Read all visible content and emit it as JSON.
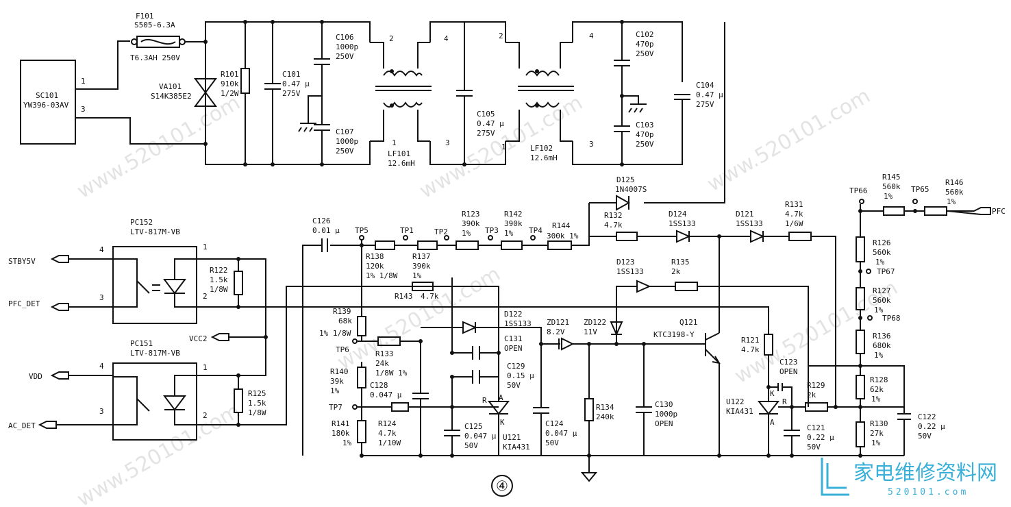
{
  "connector": {
    "name": "SC101",
    "part": "YW396-03AV",
    "pin1": "1",
    "pin3": "3"
  },
  "fuse": {
    "name": "F101",
    "part": "S505-6.3A",
    "rating": "T6.3AH 250V"
  },
  "varistor": {
    "name": "VA101",
    "part": "S14K385E2"
  },
  "r101": {
    "name": "R101",
    "value": "910k",
    "power": "1/2W"
  },
  "c101": {
    "name": "C101",
    "value": "0.47 μ",
    "volt": "275V"
  },
  "c106": {
    "name": "C106",
    "value": "1000p",
    "volt": "250V"
  },
  "c107": {
    "name": "C107",
    "value": "1000p",
    "volt": "250V"
  },
  "lf101": {
    "name": "LF101",
    "value": "12.6mH",
    "p1": "1",
    "p2": "2",
    "p3": "3",
    "p4": "4"
  },
  "c105": {
    "name": "C105",
    "value": "0.47 μ",
    "volt": "275V"
  },
  "lf102": {
    "name": "LF102",
    "value": "12.6mH",
    "p1": "1",
    "p2": "2",
    "p3": "3",
    "p4": "4"
  },
  "c102": {
    "name": "C102",
    "value": "470p",
    "volt": "250V"
  },
  "c103": {
    "name": "C103",
    "value": "470p",
    "volt": "250V"
  },
  "c104": {
    "name": "C104",
    "value": "0.47 μ",
    "volt": "275V"
  },
  "pc152": {
    "name": "PC152",
    "part": "LTV-817M-VB",
    "p1": "1",
    "p2": "2",
    "p3": "3",
    "p4": "4"
  },
  "pc151": {
    "name": "PC151",
    "part": "LTV-817M-VB",
    "p1": "1",
    "p2": "2",
    "p3": "3",
    "p4": "4"
  },
  "nets": {
    "stby": "STBY5V",
    "pfc_det": "PFC_DET",
    "vcc2": "VCC2",
    "vdd": "VDD",
    "ac_det": "AC_DET",
    "pfc": "PFC"
  },
  "r122": {
    "name": "R122",
    "value": "1.5k",
    "power": "1/8W"
  },
  "r125": {
    "name": "R125",
    "value": "1.5k",
    "power": "1/8W"
  },
  "c126": {
    "name": "C126",
    "value": "0.01 μ"
  },
  "tp": {
    "tp5": "TP5",
    "tp1": "TP1",
    "tp2": "TP2",
    "tp3": "TP3",
    "tp4": "TP4",
    "tp6": "TP6",
    "tp7": "TP7",
    "tp65": "TP65",
    "tp66": "TP66",
    "tp67": "TP67",
    "tp68": "TP68"
  },
  "r123": {
    "name": "R123",
    "value": "390k",
    "tol": "1%"
  },
  "r142": {
    "name": "R142",
    "value": "390k",
    "tol": "1%"
  },
  "r144": {
    "name": "R144",
    "value": "300k  1%"
  },
  "r138": {
    "name": "R138",
    "value": "120k",
    "spec": "1% 1/8W"
  },
  "r137": {
    "name": "R137",
    "value": "390k",
    "tol": "1%"
  },
  "r143": {
    "name": "R143",
    "value": "4.7k"
  },
  "r139": {
    "name": "R139",
    "value": "68k",
    "spec": "1% 1/8W"
  },
  "r133": {
    "name": "R133",
    "value": "24k",
    "spec": "1/8W 1%"
  },
  "r140": {
    "name": "R140",
    "value": "39k",
    "tol": "1%"
  },
  "c128": {
    "name": "C128",
    "value": "0.047 μ"
  },
  "r141": {
    "name": "R141",
    "value": "180k",
    "tol": "1%"
  },
  "r124": {
    "name": "R124",
    "value": "4.7k",
    "power": "1/10W"
  },
  "c125": {
    "name": "C125",
    "value": "0.047 μ",
    "volt": "50V"
  },
  "u121": {
    "name": "U121",
    "part": "KIA431",
    "a": "A",
    "k": "K",
    "r": "R"
  },
  "d122": {
    "name": "D122",
    "part": "1SS133"
  },
  "c131": {
    "name": "C131",
    "value": "OPEN"
  },
  "c129": {
    "name": "C129",
    "value": "0.15 μ",
    "volt": "50V"
  },
  "c124": {
    "name": "C124",
    "value": "0.047 μ",
    "volt": "50V"
  },
  "d125": {
    "name": "D125",
    "part": "1N4007S"
  },
  "r132": {
    "name": "R132",
    "value": "4.7k"
  },
  "d124": {
    "name": "D124",
    "part": "1SS133"
  },
  "d121": {
    "name": "D121",
    "part": "1SS133"
  },
  "r131": {
    "name": "R131",
    "value": "4.7k",
    "power": "1/6W"
  },
  "d123": {
    "name": "D123",
    "part": "1SS133"
  },
  "r135": {
    "name": "R135",
    "value": "2k"
  },
  "zd121": {
    "name": "ZD121",
    "value": "8.2V"
  },
  "zd122": {
    "name": "ZD122",
    "value": "11V"
  },
  "q121": {
    "name": "Q121",
    "part": "KTC3198-Y"
  },
  "r134": {
    "name": "R134",
    "value": "240k"
  },
  "c130": {
    "name": "C130",
    "value": "1000p",
    "spec": "OPEN"
  },
  "r121": {
    "name": "R121",
    "value": "4.7k"
  },
  "c123": {
    "name": "C123",
    "value": "OPEN"
  },
  "u122": {
    "name": "U122",
    "part": "KIA431",
    "a": "A",
    "k": "K",
    "r": "R"
  },
  "r129": {
    "name": "R129",
    "value": "2k"
  },
  "c121": {
    "name": "C121",
    "value": "0.22 μ",
    "volt": "50V"
  },
  "r145": {
    "name": "R145",
    "value": "560k",
    "tol": "1%"
  },
  "r146": {
    "name": "R146",
    "value": "560k",
    "tol": "1%"
  },
  "r126": {
    "name": "R126",
    "value": "560k",
    "tol": "1%"
  },
  "r127": {
    "name": "R127",
    "value": "560k",
    "tol": "1%"
  },
  "r136": {
    "name": "R136",
    "value": "680k",
    "tol": "1%"
  },
  "r128": {
    "name": "R128",
    "value": "62k",
    "tol": "1%"
  },
  "r130": {
    "name": "R130",
    "value": "27k",
    "tol": "1%"
  },
  "c122": {
    "name": "C122",
    "value": "0.22 μ",
    "volt": "50V"
  },
  "page_number": "④",
  "watermark": {
    "site": "www.520101.com",
    "brand": "家电维修资料网",
    "brand_url": "520101.com"
  }
}
